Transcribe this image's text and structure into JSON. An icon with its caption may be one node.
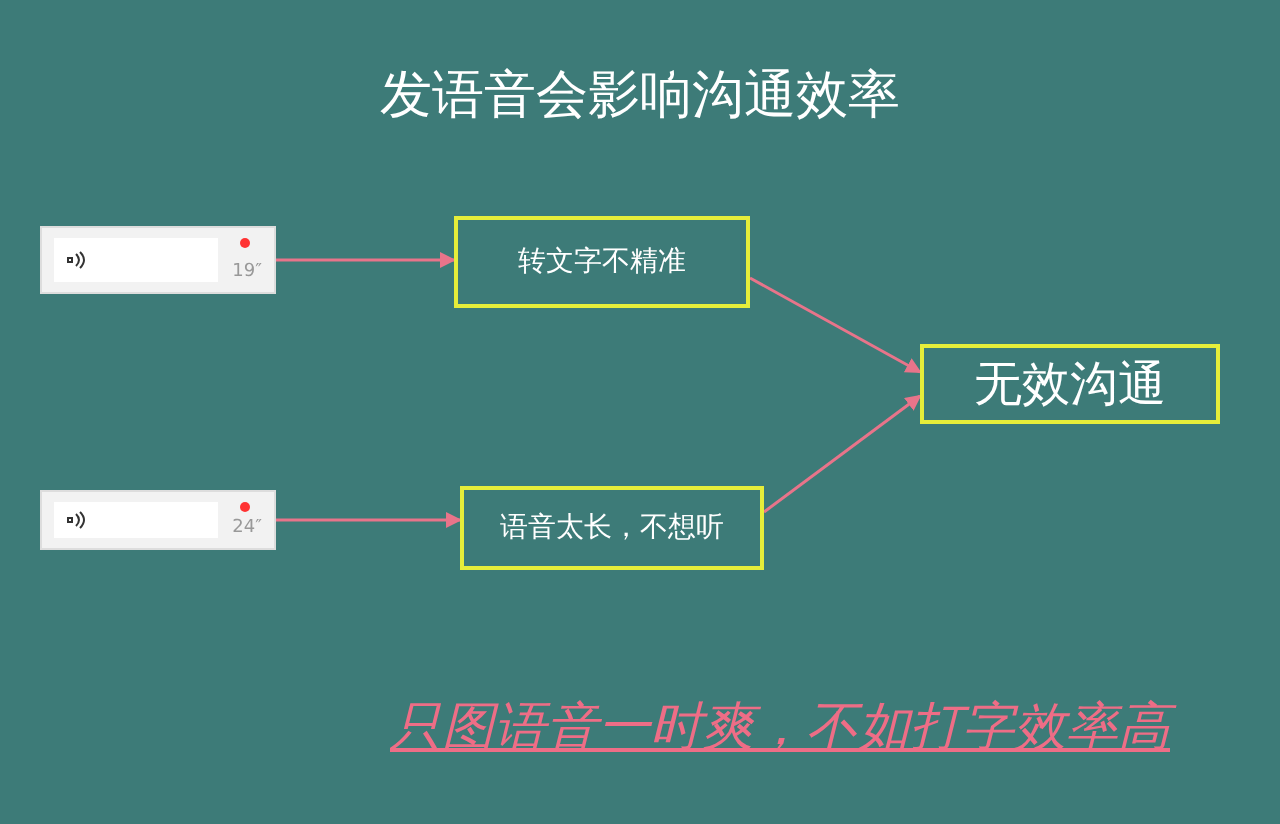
{
  "diagram": {
    "title": "发语音会影响沟通效率",
    "nodes": [
      {
        "text": [
          "19″"
        ]
      },
      {
        "text": [
          "转文字不精准"
        ]
      },
      {
        "text": [
          "24″"
        ]
      },
      {
        "text": [
          "语音太长，不想听"
        ]
      },
      {
        "text": [
          "无效沟通"
        ]
      }
    ],
    "edges": [
      {
        "from": 0,
        "to": 1,
        "arrow": "to"
      },
      {
        "from": 2,
        "to": 3,
        "arrow": "to"
      },
      {
        "from": 1,
        "to": 4,
        "arrow": "to"
      },
      {
        "from": 3,
        "to": 4,
        "arrow": "to"
      }
    ],
    "labels": [
      "只图语音一时爽，不如打字效率高"
    ]
  }
}
